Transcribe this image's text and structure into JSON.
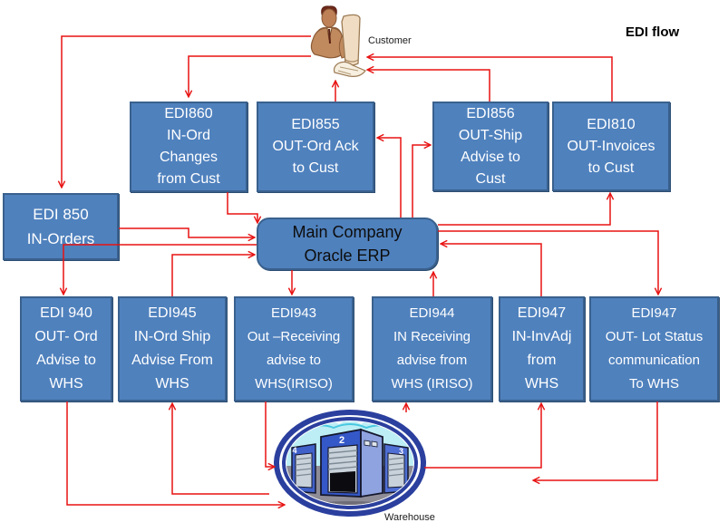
{
  "title": "EDI flow",
  "customer": {
    "label": "Customer"
  },
  "warehouse": {
    "label": "Warehouse",
    "numbers": [
      "2",
      "3",
      "4"
    ]
  },
  "erp": {
    "text": "Main Company\nOracle ERP"
  },
  "boxes": {
    "edi860": {
      "text": "EDI860\nIN-Ord\nChanges\nfrom Cust"
    },
    "edi855": {
      "text": "EDI855\nOUT-Ord Ack\nto Cust"
    },
    "edi856": {
      "text": "EDI856\nOUT-Ship\nAdvise to\nCust"
    },
    "edi810": {
      "text": "EDI810\nOUT-Invoices\nto Cust"
    },
    "edi850": {
      "text": "EDI 850\nIN-Orders"
    },
    "edi940": {
      "text": "EDI 940\nOUT- Ord\nAdvise to\nWHS"
    },
    "edi945": {
      "text": "EDI945\nIN-Ord Ship\nAdvise From\nWHS"
    },
    "edi943": {
      "text": "EDI943\nOut –Receiving\nadvise to\nWHS(IRISO)"
    },
    "edi944": {
      "text": "EDI944\nIN Receiving\nadvise from\nWHS (IRISO)"
    },
    "edi947_invadj": {
      "text": "EDI947\nIN-InvAdj\nfrom\nWHS"
    },
    "edi947_lot": {
      "text": "EDI947\nOUT- Lot Status\ncommunication\nTo WHS"
    }
  },
  "colors": {
    "box_fill": "#4f81bd",
    "box_border": "#3a618e",
    "box_text": "#ffffff",
    "erp_text": "#0d0d0d",
    "arrow": "#e81212",
    "badge_ring": "#2b3f9e"
  }
}
